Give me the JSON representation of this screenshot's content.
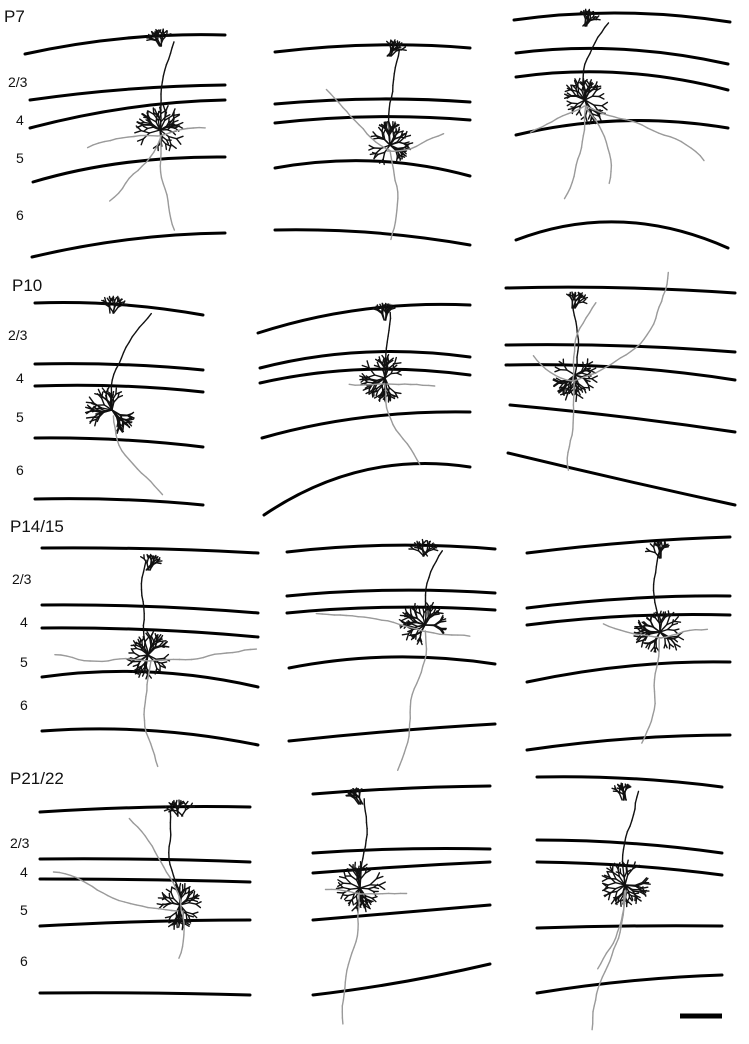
{
  "colors": {
    "boundary": "#000000",
    "dendrite": "#111111",
    "axon": "#9a9a9a",
    "background": "#ffffff"
  },
  "rows": [
    {
      "age": "P7",
      "layers": [
        "2/3",
        "4",
        "5",
        "6"
      ]
    },
    {
      "age": "P10",
      "layers": [
        "2/3",
        "4",
        "5",
        "6"
      ]
    },
    {
      "age": "P14/15",
      "layers": [
        "2/3",
        "4",
        "5",
        "6"
      ]
    },
    {
      "age": "P21/22",
      "layers": [
        "2/3",
        "4",
        "5",
        "6"
      ]
    }
  ],
  "scale_bar": {
    "label": ""
  }
}
